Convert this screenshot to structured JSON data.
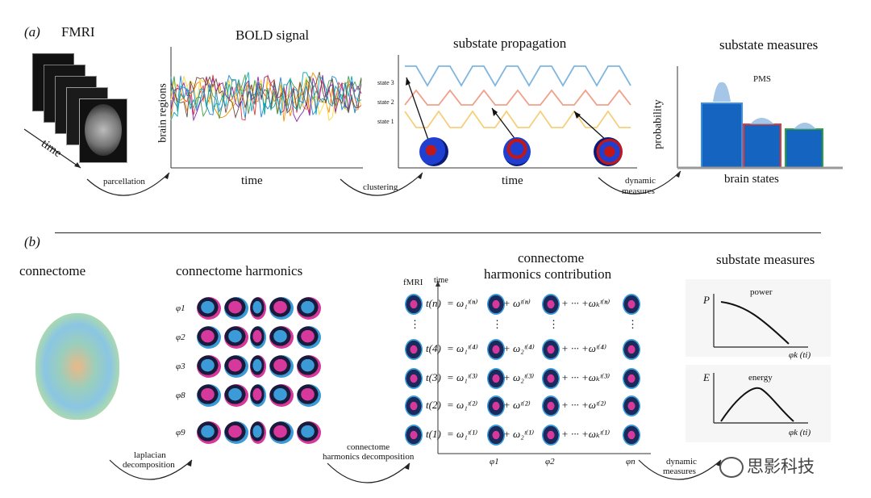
{
  "panel_a": {
    "label": "(a)",
    "fmri_title": "FMRI",
    "time_label": "time",
    "bold_title": "BOLD signal",
    "bold_ylabel": "brain regions",
    "bold_xlabel": "time",
    "parcellation": "parcellation",
    "clustering": "clustering",
    "propagation_title": "substate propagation",
    "state3": "state 3",
    "state2": "state 2",
    "state1": "state 1",
    "propagation_xlabel": "time",
    "dynamic": "dynamic",
    "measures": "measures",
    "measures_title": "substate measures",
    "pms": "PMS",
    "probability": "probability",
    "brain_states": "brain states"
  },
  "panel_b": {
    "label": "(b)",
    "connectome": "connectome",
    "harmonics_title": "connectome harmonics",
    "phi": [
      "φ1",
      "φ2",
      "φ3",
      "φ8",
      "φ9"
    ],
    "laplacian": "laplacian",
    "decomposition": "decomposition",
    "ch_decomp_1": "connectome",
    "ch_decomp_2": "harmonics decomposition",
    "contribution_title_1": "connectome",
    "contribution_title_2": "harmonics contribution",
    "fmri": "fMRI",
    "time": "time",
    "rows": [
      {
        "t": "t(n)",
        "eq": "= ω₁ᵗ⁽ⁿ⁾",
        "p1": "+ ωᵗ⁽ⁿ⁾",
        "p2": "+ ··· +ωₖᵗ⁽ⁿ⁾"
      },
      {
        "t": "t(4)",
        "eq": "= ω₁ᵗ⁽⁴⁾",
        "p1": "+ ω₂ᵗ⁽⁴⁾",
        "p2": "+ ··· +ωᵗ⁽⁴⁾"
      },
      {
        "t": "t(3)",
        "eq": "= ω₁ᵗ⁽³⁾",
        "p1": "+ ω₂ᵗ⁽³⁾",
        "p2": "+ ··· +ωₖᵗ⁽³⁾"
      },
      {
        "t": "t(2)",
        "eq": "= ω₁ᵗ⁽²⁾",
        "p1": "+ ωᵗ⁽²⁾",
        "p2": "+ ··· +ωᵗ⁽²⁾"
      },
      {
        "t": "t(1)",
        "eq": "= ω₁ᵗ⁽¹⁾",
        "p1": "+ ω₂ᵗ⁽¹⁾",
        "p2": "+ ··· +ωₖᵗ⁽¹⁾"
      }
    ],
    "x_phi1": "φ1",
    "x_phi2": "φ2",
    "x_phin": "φn",
    "dots": "⋮",
    "measures_title": "substate measures",
    "power": "power",
    "P": "P",
    "energy": "energy",
    "E": "E",
    "phik": "φk (ti)",
    "dynamic": "dynamic",
    "measures": "measures"
  },
  "watermark": "思影科技"
}
